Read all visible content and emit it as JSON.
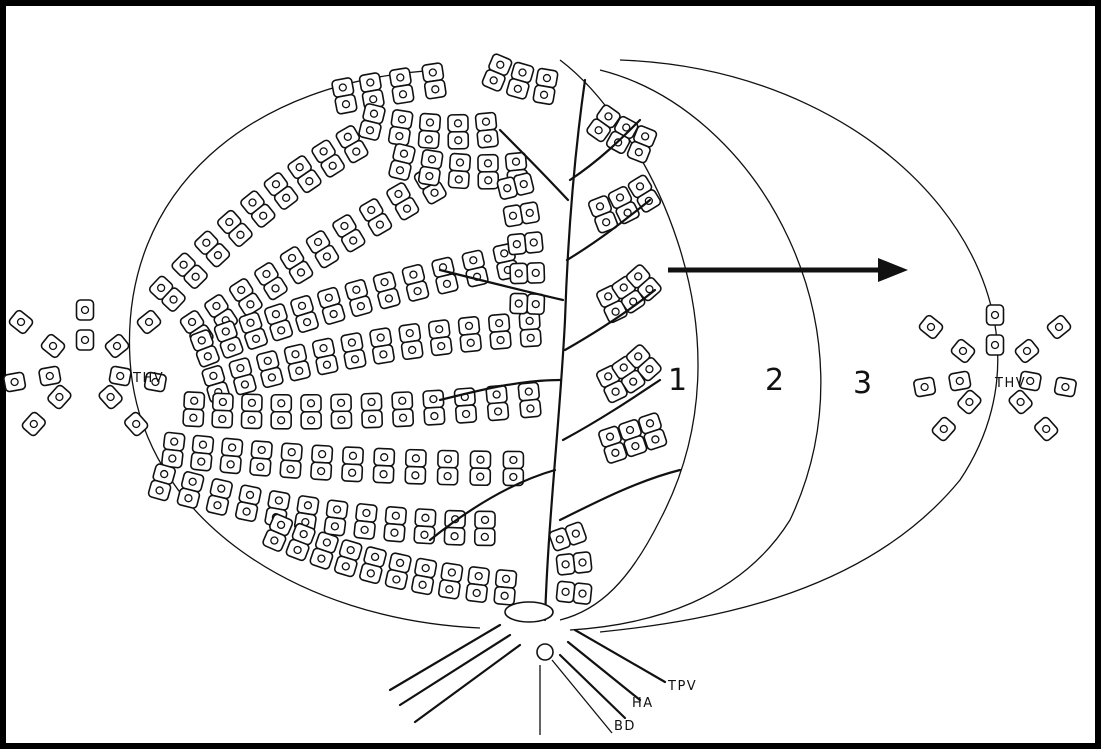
{
  "labels": {
    "central_vein_left": "THV",
    "central_vein_right": "THV",
    "portal_vein": "TPV",
    "hepatic_artery": "HA",
    "bile_duct": "BD",
    "zone_1": "1",
    "zone_2": "2",
    "zone_3": "3"
  },
  "colors": {
    "ink": "#111111",
    "background": "#ffffff",
    "frame": "#000000"
  }
}
